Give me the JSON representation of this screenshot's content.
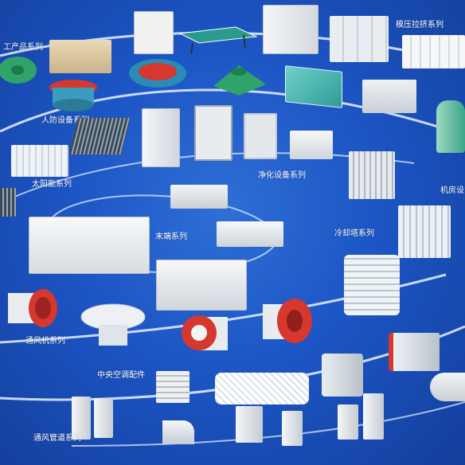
{
  "labels": {
    "industrial": "工产品系列",
    "molded_tank": "模压拉挤系列",
    "civil_defense": "人防设备系列",
    "solar": "太阳能系列",
    "purification": "净化设备系列",
    "machine_room": "机房设",
    "terminal": "末端系列",
    "cooling_tower": "冷却塔系列",
    "ventilator": "通风机系列",
    "hvac_parts": "中央空调配件",
    "duct": "通风管道系列"
  },
  "colors": {
    "background": "#1c55c4",
    "orbit": "#e8f1ff",
    "unit_white": "#f2f4f6",
    "fan_red": "#d6372e",
    "equipment_green": "#2fa36a",
    "tank_blue": "#3aa0c8"
  }
}
